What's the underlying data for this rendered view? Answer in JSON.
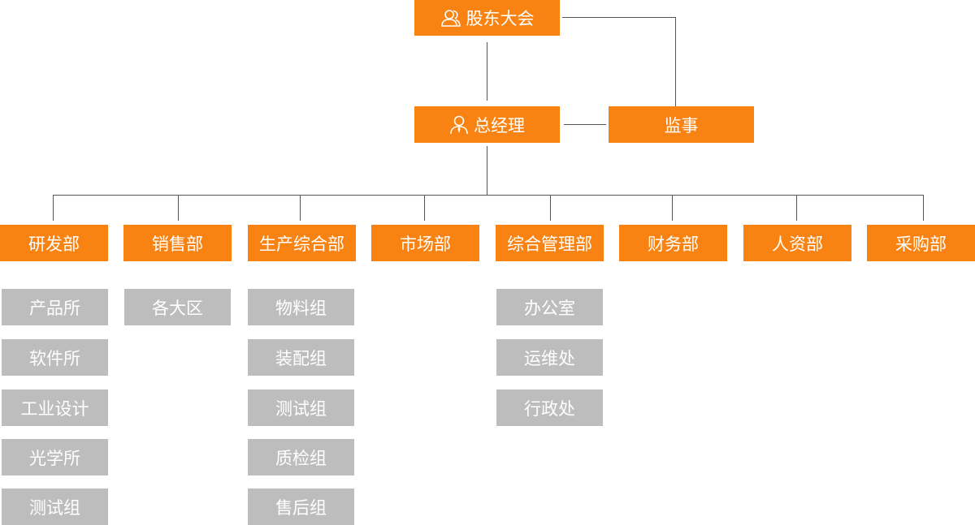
{
  "top": {
    "shareholders": {
      "label": "股东大会",
      "icon": "users-icon"
    },
    "general_manager": {
      "label": "总经理",
      "icon": "user-tie-icon"
    },
    "supervisor": {
      "label": "监事"
    }
  },
  "departments": [
    {
      "label": "研发部",
      "subs": [
        "产品所",
        "软件所",
        "工业设计",
        "光学所",
        "测试组"
      ]
    },
    {
      "label": "销售部",
      "subs": [
        "各大区"
      ]
    },
    {
      "label": "生产综合部",
      "subs": [
        "物料组",
        "装配组",
        "测试组",
        "质检组",
        "售后组"
      ]
    },
    {
      "label": "市场部",
      "subs": []
    },
    {
      "label": "综合管理部",
      "subs": [
        "办公室",
        "运维处",
        "行政处"
      ]
    },
    {
      "label": "财务部",
      "subs": []
    },
    {
      "label": "人资部",
      "subs": []
    },
    {
      "label": "采购部",
      "subs": []
    }
  ],
  "colors": {
    "orange": "#f98312",
    "grey": "#bdbdbd",
    "line": "#555555",
    "text": "#ffffff"
  }
}
